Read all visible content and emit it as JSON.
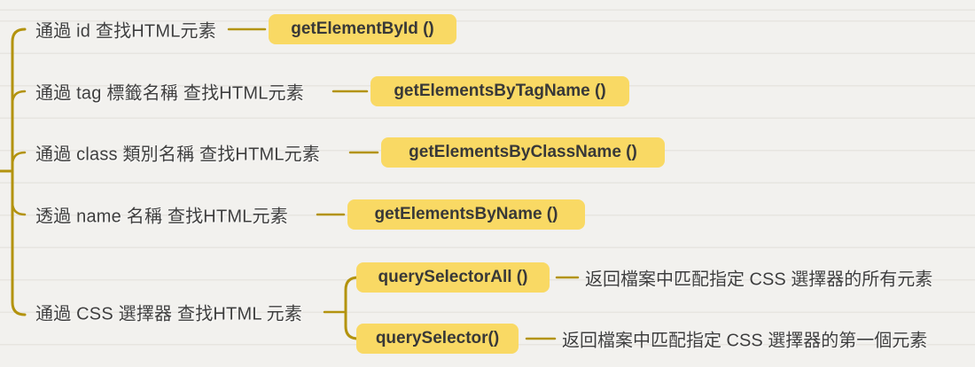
{
  "colors": {
    "branch_line": "#b3930e",
    "node_background": "#f9d964",
    "node_text": "#383838",
    "label_text": "#3e3e3e",
    "paper_background": "#f2f1ee"
  },
  "branches": [
    {
      "label": "通過 id 查找HTML元素",
      "method": "getElementById ()"
    },
    {
      "label": "通過 tag 標籤名稱 查找HTML元素",
      "method": "getElementsByTagName ()"
    },
    {
      "label": "通過 class 類別名稱 查找HTML元素",
      "method": "getElementsByClassName ()"
    },
    {
      "label": "透過 name 名稱 查找HTML元素",
      "method": "getElementsByName ()"
    },
    {
      "label": "通過 CSS 選擇器 查找HTML 元素",
      "children": [
        {
          "method": "querySelectorAll ()",
          "description": "返回檔案中匹配指定 CSS 選擇器的所有元素"
        },
        {
          "method": "querySelector()",
          "description": "返回檔案中匹配指定 CSS 選擇器的第一個元素"
        }
      ]
    }
  ]
}
